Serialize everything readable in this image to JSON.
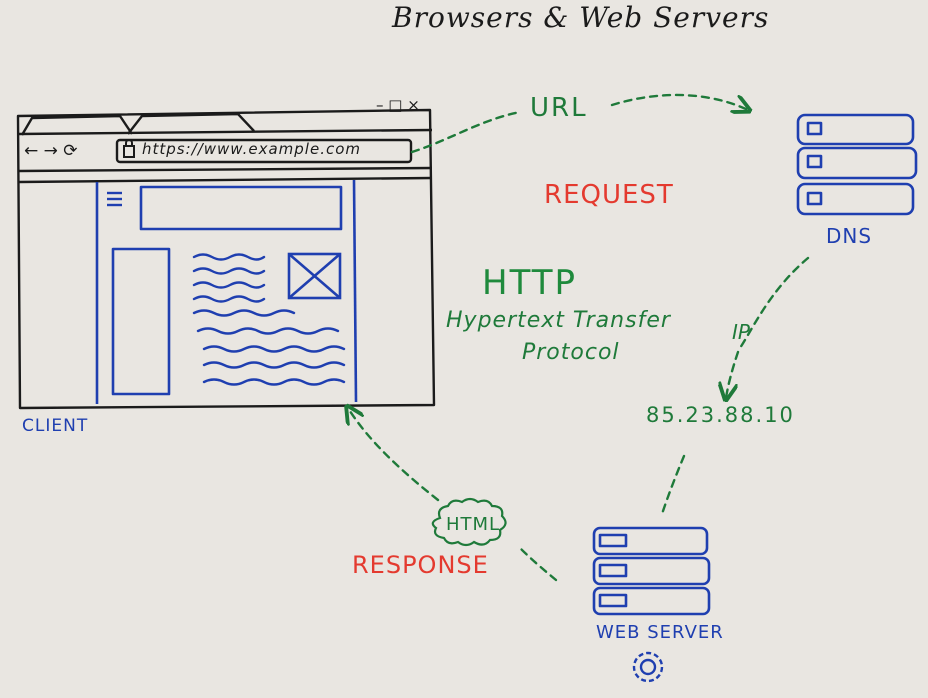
{
  "title": "Browsers & Web Servers",
  "browser": {
    "address": "https://www.example.com",
    "nav_buttons": "← → ⟳",
    "window_controls": "– □ ×",
    "icons": [
      "lock-icon",
      "hamburger-menu-icon",
      "image-placeholder-icon"
    ]
  },
  "labels": {
    "url": "URL",
    "request": "REQUEST",
    "http": "HTTP",
    "http_full": "Hypertext Transfer",
    "protocol": "Protocol",
    "dns": "DNS",
    "ip": "IP",
    "ip_address": "85.23.88.10",
    "client": "CLIENT",
    "response": "RESPONSE",
    "html": "HTML",
    "web_server": "WEB SERVER"
  },
  "colors": {
    "ink": "#1b1b1b",
    "blue": "#1f3fb0",
    "green": "#1f7a3a",
    "red": "#e43a2f",
    "paper": "#e9e6e1"
  },
  "server_icons": [
    "server-rack-icon",
    "gear-icon"
  ]
}
